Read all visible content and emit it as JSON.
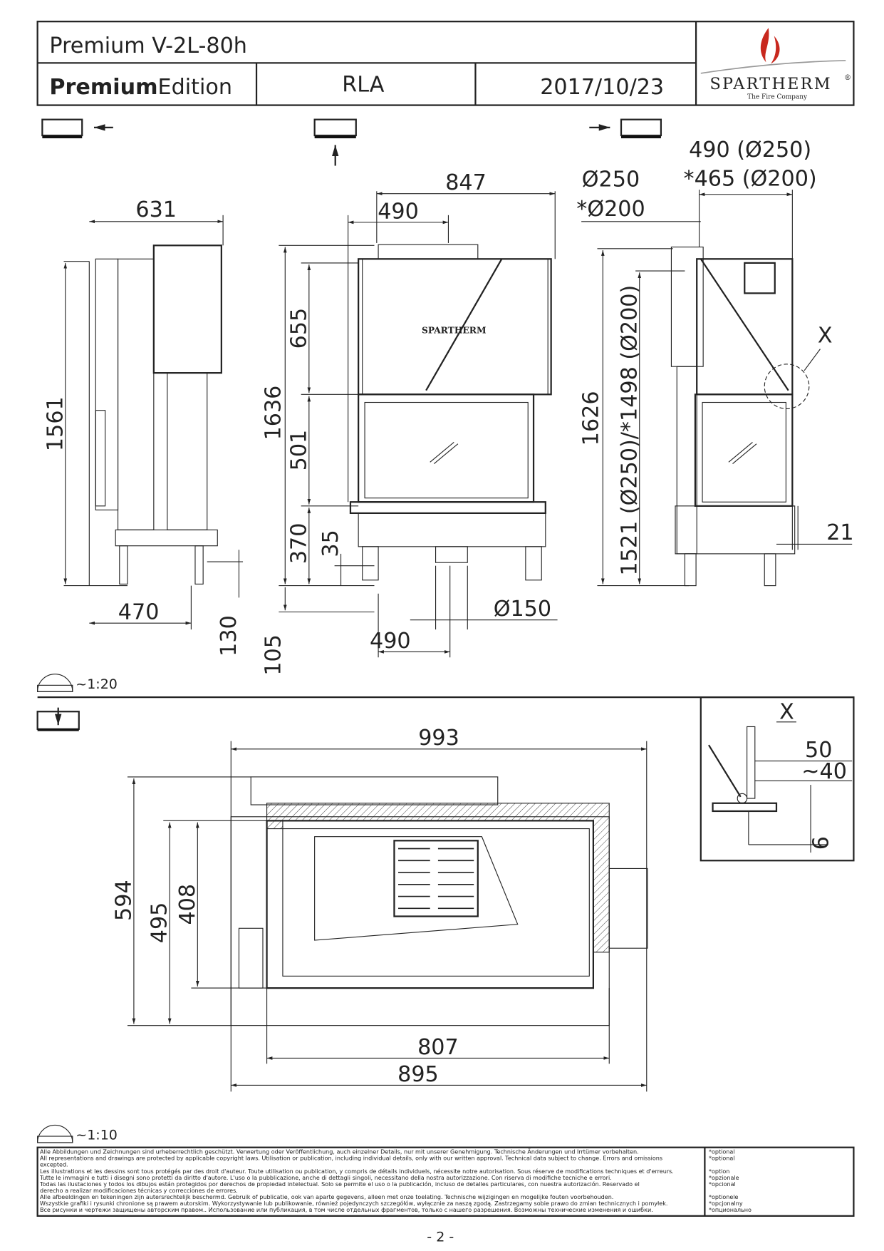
{
  "header": {
    "title": "Premium V-2L-80h",
    "edition_bold": "Premium",
    "edition_regular": "Edition",
    "variant": "RLA",
    "date": "2017/10/23",
    "logo": {
      "brand": "SPARTHERM",
      "tagline": "The Fire Company",
      "registered": "®",
      "flame_color": "#c8281e"
    }
  },
  "side_view_left": {
    "width_top": "631",
    "height": "1561",
    "depth_base": "470",
    "leg": "130"
  },
  "front_view": {
    "width": "847",
    "flue_offset": "490",
    "total_height": "1636",
    "h_upper": "655",
    "h_door": "501",
    "h_lower": "370",
    "h_foot": "35",
    "foot_adjust": "105",
    "air_inlet_offset": "490",
    "air_inlet_diameter": "Ø150",
    "logo_text": "SPARTHERM"
  },
  "side_view_right": {
    "flue_d1": "Ø250",
    "flue_d2": "*Ø200",
    "flue_pos1": "490 (Ø250)",
    "flue_pos2": "*465 (Ø200)",
    "height": "1626",
    "height_flue": "1521 (Ø250)/*1498 (Ø200)",
    "detail_marker": "X",
    "offset": "21"
  },
  "scale_1": "~1:20",
  "plan_view": {
    "width_total": "993",
    "depth_total": "594",
    "depth_2": "495",
    "depth_3": "408",
    "width_inner": "807",
    "width_front": "895"
  },
  "detail_x": {
    "label": "X",
    "dim_a": "50",
    "dim_b": "~40",
    "dim_c": "6"
  },
  "scale_2": "~1:10",
  "footer": {
    "lines": [
      "Alle Abbildungen und Zeichnungen sind urheberrechtlich geschützt. Verwertung oder Veröffentlichung, auch einzelner Details, nur mit unserer Genehmigung. Technische Änderungen und Irrtümer vorbehalten.",
      "All representations and drawings are protected by applicable copyright laws. Utilisation or publication, including individual details, only with our written approval. Technical data subject to change. Errors and omissions",
      "excepted.",
      "Les illustrations et les dessins sont tous protégés par des droit d'auteur. Toute utilisation ou publication, y compris de détails individuels, nécessite notre autorisation. Sous réserve de modifications techniques et d'erreurs.",
      "Tutte le immagini e tutti i disegni sono protetti da diritto d'autore. L'uso o la pubblicazione, anche di dettagli singoli, necessitano della nostra autorizzazione.  Con riserva di modifiche tecniche e errori.",
      "Todas las ilustaciones y todos los dibujos están protegidos por derechos de propiedad intelectual. Solo se permite el uso o la publicación, incluso de detalles particulares, con nuestra autorización. Reservado el",
      "derecho a realizar modificaciones técnicas y correcciones de errores.",
      "Alle afbeeldingen en tekeningen zijn autersrechtelijk beschermd. Gebruik of publicatie, ook van aparte gegevens, alleen met onze toelating. Technische wijzigingen en mogelijke fouten voorbehouden.",
      "Wszystkie grafiki i rysunki chronione są prawem autorskim. Wykorzystywanie lub publikowanie, również pojedynczych szczegółów, wyłącznie za naszą zgodą. Zastrzegamy sobie prawo do zmian technicznych i pomyłek.",
      "Все рисунки и чертежи защищены авторским правом.. Использование или публикация, в том числе отдельных фрагментов, только с нашего разрешения. Возможны технические изменения и ошибки."
    ],
    "optional": [
      "*optional",
      "*optional",
      "",
      "*option",
      "*opzionale",
      "*opcional",
      "",
      "*optionele",
      "*opcjonalny",
      "*опционально"
    ]
  },
  "page_number": "- 2 -"
}
